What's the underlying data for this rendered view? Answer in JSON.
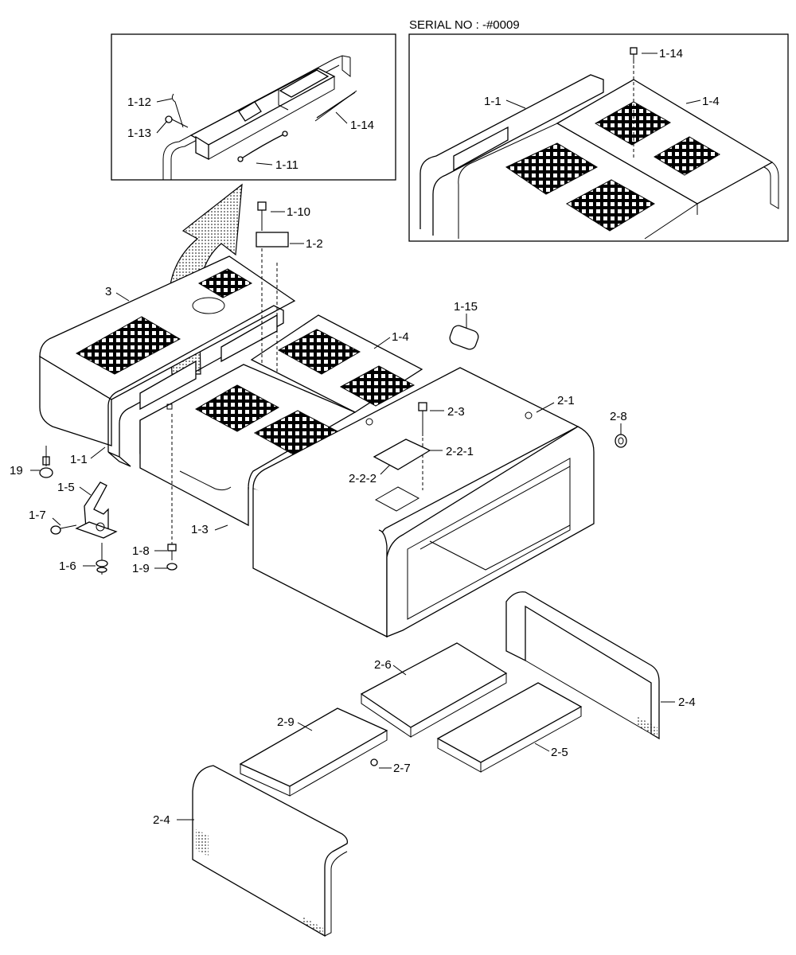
{
  "serial_label": "SERIAL NO : -#0009",
  "labels": {
    "p1_12": "1-12",
    "p1_13": "1-13",
    "p1_14a": "1-14",
    "p1_11": "1-11",
    "p1_14b": "1-14",
    "p1_1b": "1-1",
    "p1_4b": "1-4",
    "p1_10": "1-10",
    "p1_2": "1-2",
    "p3": "3",
    "p1_4": "1-4",
    "p1_15": "1-15",
    "p2_1": "2-1",
    "p2_3": "2-3",
    "p2_8": "2-8",
    "p2_2_1": "2-2-1",
    "p2_2_2": "2-2-2",
    "p1_1": "1-1",
    "p19": "19",
    "p1_5": "1-5",
    "p1_7": "1-7",
    "p1_3": "1-3",
    "p1_6": "1-6",
    "p1_8": "1-8",
    "p1_9": "1-9",
    "p2_6": "2-6",
    "p2_4a": "2-4",
    "p2_9": "2-9",
    "p2_5": "2-5",
    "p2_7": "2-7",
    "p2_4b": "2-4"
  }
}
